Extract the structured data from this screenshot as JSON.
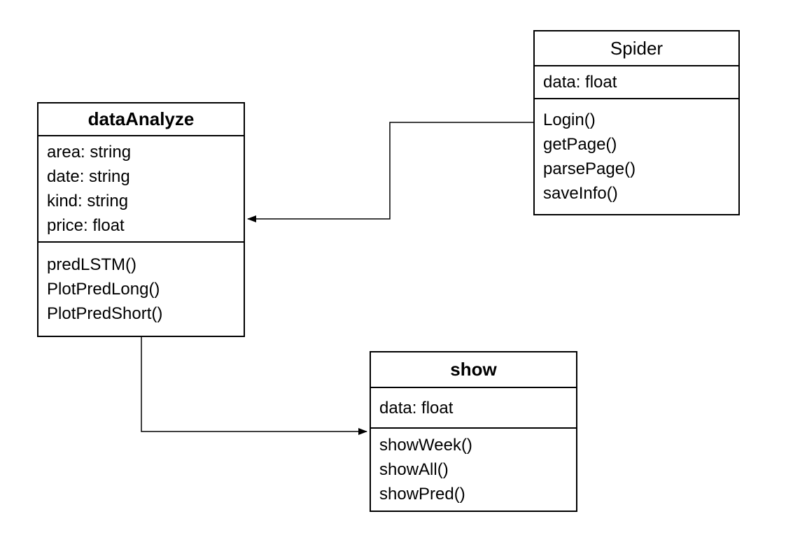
{
  "diagram": {
    "background_color": "#ffffff",
    "stroke_color": "#000000",
    "classes": [
      {
        "name": "Spider",
        "attributes": [
          "data: float"
        ],
        "methods": [
          "Login()",
          "getPage()",
          "parsePage()",
          "saveInfo()"
        ]
      },
      {
        "name": "dataAnalyze",
        "attributes": [
          "area: string",
          "date: string",
          "kind: string",
          "price: float"
        ],
        "methods": [
          "predLSTM()",
          "PlotPredLong()",
          "PlotPredShort()"
        ]
      },
      {
        "name": "show",
        "attributes": [
          "data: float"
        ],
        "methods": [
          "showWeek()",
          "showAll()",
          "showPred()"
        ]
      }
    ],
    "relations": [
      {
        "from": "Spider",
        "to": "dataAnalyze",
        "arrowhead": "filled-triangle"
      },
      {
        "from": "dataAnalyze",
        "to": "show",
        "arrowhead": "filled-triangle"
      }
    ]
  }
}
